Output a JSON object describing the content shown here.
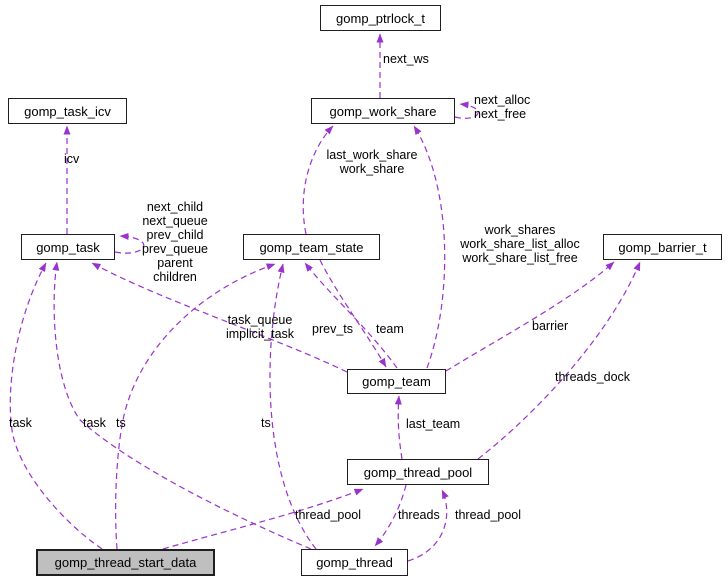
{
  "diagram": {
    "kind": "collaboration-graph",
    "colors": {
      "edge": "#9a32cd",
      "node_border": "#1f1f1f",
      "node_fill": "#ffffff",
      "selected_node_fill": "#bfbfbf",
      "text": "#000000",
      "background": "#ffffff"
    },
    "nodes": [
      {
        "id": "gomp_ptrlock_t",
        "label": "gomp_ptrlock_t"
      },
      {
        "id": "gomp_work_share",
        "label": "gomp_work_share"
      },
      {
        "id": "gomp_task_icv",
        "label": "gomp_task_icv"
      },
      {
        "id": "gomp_task",
        "label": "gomp_task"
      },
      {
        "id": "gomp_team_state",
        "label": "gomp_team_state"
      },
      {
        "id": "gomp_barrier_t",
        "label": "gomp_barrier_t"
      },
      {
        "id": "gomp_team",
        "label": "gomp_team"
      },
      {
        "id": "gomp_thread_pool",
        "label": "gomp_thread_pool"
      },
      {
        "id": "gomp_thread",
        "label": "gomp_thread"
      },
      {
        "id": "gomp_thread_start_data",
        "label": "gomp_thread_start_data"
      }
    ],
    "edges": [
      {
        "from": "gomp_work_share",
        "to": "gomp_ptrlock_t",
        "label": "next_ws"
      },
      {
        "from": "gomp_work_share",
        "to": "gomp_work_share",
        "label": "next_alloc\nnext_free"
      },
      {
        "from": "gomp_task",
        "to": "gomp_task_icv",
        "label": "icv"
      },
      {
        "from": "gomp_task",
        "to": "gomp_task",
        "label": "next_child\nnext_queue\nprev_child\nprev_queue\nparent\nchildren"
      },
      {
        "from": "gomp_team_state",
        "to": "gomp_work_share",
        "label": "last_work_share\nwork_share"
      },
      {
        "from": "gomp_team",
        "to": "gomp_work_share",
        "label": "work_shares\nwork_share_list_alloc\nwork_share_list_free"
      },
      {
        "from": "gomp_team",
        "to": "gomp_team_state",
        "label": "prev_ts"
      },
      {
        "from": "gomp_team_state",
        "to": "gomp_team",
        "label": "team"
      },
      {
        "from": "gomp_team",
        "to": "gomp_barrier_t",
        "label": "barrier"
      },
      {
        "from": "gomp_thread_pool",
        "to": "gomp_barrier_t",
        "label": "threads_dock"
      },
      {
        "from": "gomp_team",
        "to": "gomp_task",
        "label": "task_queue\nimplicit_task"
      },
      {
        "from": "gomp_thread_pool",
        "to": "gomp_team",
        "label": "last_team"
      },
      {
        "from": "gomp_thread_pool",
        "to": "gomp_thread",
        "label": "threads"
      },
      {
        "from": "gomp_thread",
        "to": "gomp_thread_pool",
        "label": "thread_pool"
      },
      {
        "from": "gomp_thread_start_data",
        "to": "gomp_thread_pool",
        "label": "thread_pool"
      },
      {
        "from": "gomp_thread",
        "to": "gomp_task",
        "label": "task"
      },
      {
        "from": "gomp_thread_start_data",
        "to": "gomp_task",
        "label": "task"
      },
      {
        "from": "gomp_thread",
        "to": "gomp_team_state",
        "label": "ts"
      },
      {
        "from": "gomp_thread_start_data",
        "to": "gomp_team_state",
        "label": "ts"
      }
    ]
  }
}
